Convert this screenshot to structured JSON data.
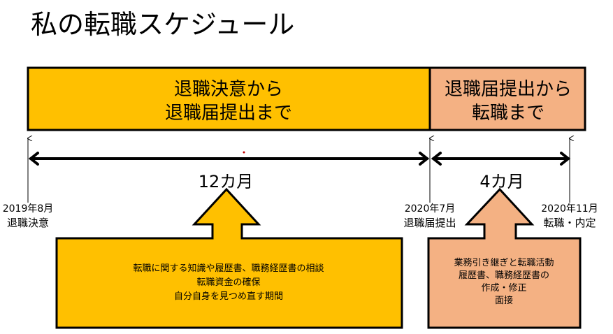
{
  "title": "私の転職スケジュール",
  "phases": [
    {
      "label_lines": [
        "退職決意から",
        "退職届提出まで"
      ],
      "color": "#FFC000"
    },
    {
      "label_lines": [
        "退職届提出から",
        "転職まで"
      ],
      "color": "#F4B183"
    }
  ],
  "durations": [
    "12カ月",
    "4カ月"
  ],
  "milestones": [
    {
      "date": "2019年8月",
      "event": "退職決意"
    },
    {
      "date": "2020年7月",
      "event": "退職届提出"
    },
    {
      "date": "2020年11月",
      "event": "転職・内定"
    }
  ],
  "details": [
    {
      "lines": [
        "転職に関する知識や履歴書、職務経歴書の相談",
        "転職資金の確保",
        "自分自身を見つめ直す期間"
      ]
    },
    {
      "lines": [
        "業務引き継ぎと転職活動",
        "履歴書、職務経歴書の",
        "作成・修正",
        "面接"
      ]
    }
  ]
}
